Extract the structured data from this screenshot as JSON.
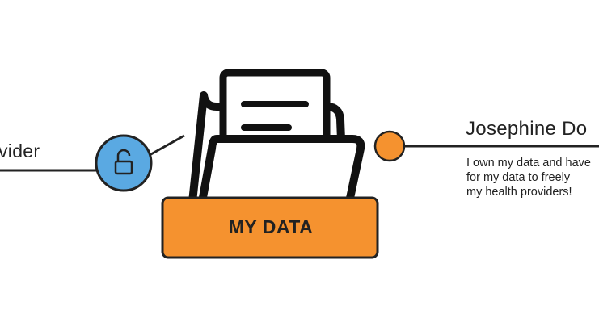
{
  "left_node": {
    "label": "vider",
    "icon": "lock-icon"
  },
  "folder": {
    "label": "MY DATA"
  },
  "right_node": {
    "name": "Josephine Do",
    "description_lines": [
      "I own my data and have",
      "for my data to freely",
      "my health providers!"
    ]
  },
  "colors": {
    "orange": "#f5922f",
    "blue": "#5aa9e2",
    "stroke": "#222222"
  }
}
